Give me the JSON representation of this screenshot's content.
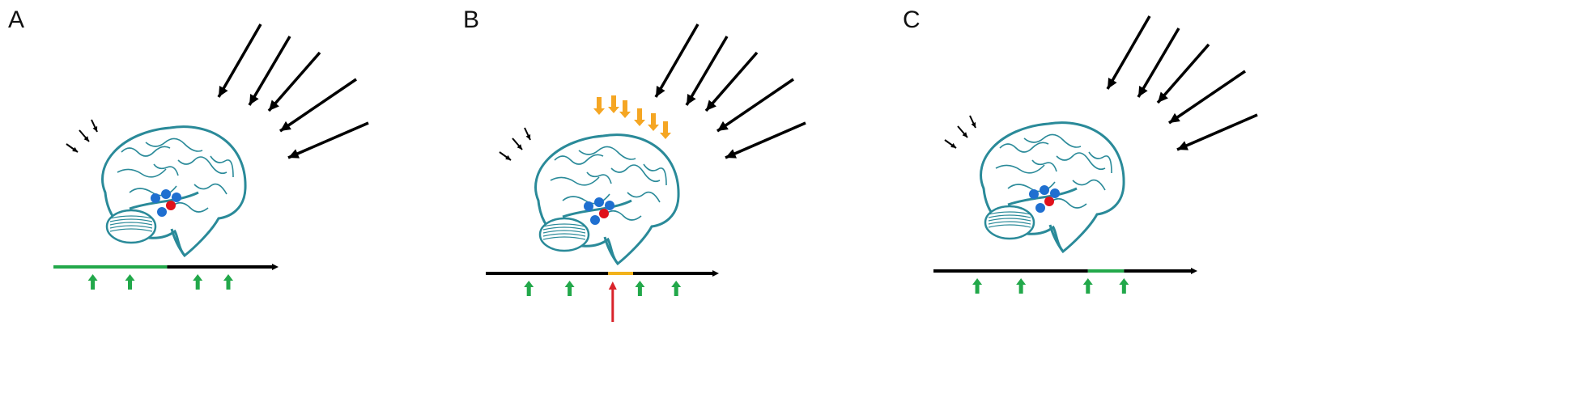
{
  "panels": [
    {
      "label": "A",
      "timeline": {
        "segments": [
          {
            "from": 0,
            "to": 0.52,
            "color": "#22a84a"
          },
          {
            "from": 0.52,
            "to": 1,
            "color": "#000000"
          }
        ],
        "green_arrows": [
          0.18,
          0.35,
          0.66,
          0.8
        ],
        "red_arrow": null
      },
      "orange_arrows": false
    },
    {
      "label": "B",
      "timeline": {
        "segments": [
          {
            "from": 0,
            "to": 0.54,
            "color": "#000000"
          },
          {
            "from": 0.54,
            "to": 0.65,
            "color": "#f2b21a"
          },
          {
            "from": 0.65,
            "to": 1,
            "color": "#000000"
          }
        ],
        "green_arrows": [
          0.19,
          0.37,
          0.68,
          0.84
        ],
        "red_arrow": 0.56
      },
      "orange_arrows": true
    },
    {
      "label": "C",
      "timeline": {
        "segments": [
          {
            "from": 0,
            "to": 0.6,
            "color": "#000000"
          },
          {
            "from": 0.6,
            "to": 0.74,
            "color": "#22a84a"
          },
          {
            "from": 0.74,
            "to": 1,
            "color": "#000000"
          }
        ],
        "green_arrows": [
          0.17,
          0.34,
          0.6,
          0.74
        ],
        "red_arrow": null
      },
      "orange_arrows": false
    }
  ],
  "colors": {
    "brain": "#2a8a99",
    "blue_dot": "#1f6fd0",
    "red_dot": "#e0111b",
    "green": "#22a84a",
    "orange": "#f5a623",
    "red": "#d9232a"
  }
}
